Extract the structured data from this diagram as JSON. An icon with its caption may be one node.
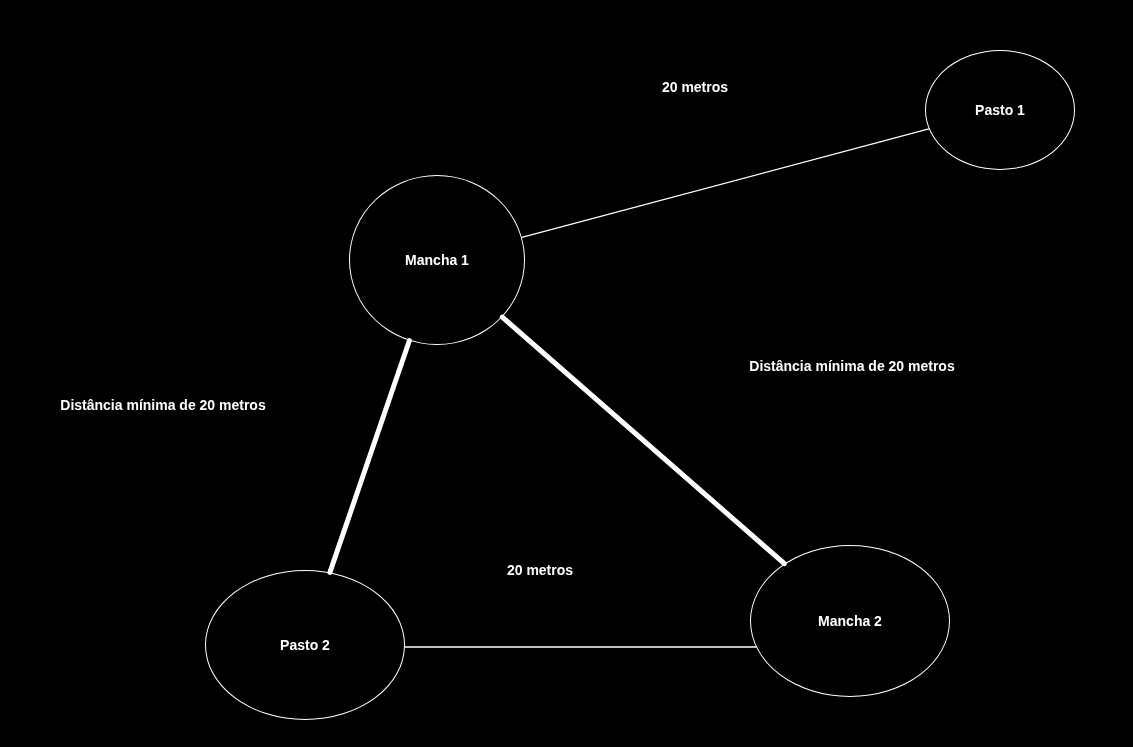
{
  "diagram": {
    "nodes": [
      {
        "text": [
          "Pasto 1"
        ]
      },
      {
        "text": [
          "Mancha 1"
        ]
      },
      {
        "text": [
          "Pasto 2"
        ]
      },
      {
        "text": [
          "Mancha 2"
        ]
      }
    ],
    "edges": [
      {
        "from": 1,
        "to": 0,
        "arrow": "none"
      },
      {
        "from": 1,
        "to": 2,
        "arrow": "none",
        "style": "thick"
      },
      {
        "from": 1,
        "to": 3,
        "arrow": "none",
        "style": "thick"
      },
      {
        "from": 2,
        "to": 3,
        "arrow": "none"
      }
    ],
    "labels": [
      "20 metros",
      "Distância mínima de 20 metros",
      "Distância mínima de 20 metros",
      "20 metros"
    ]
  }
}
